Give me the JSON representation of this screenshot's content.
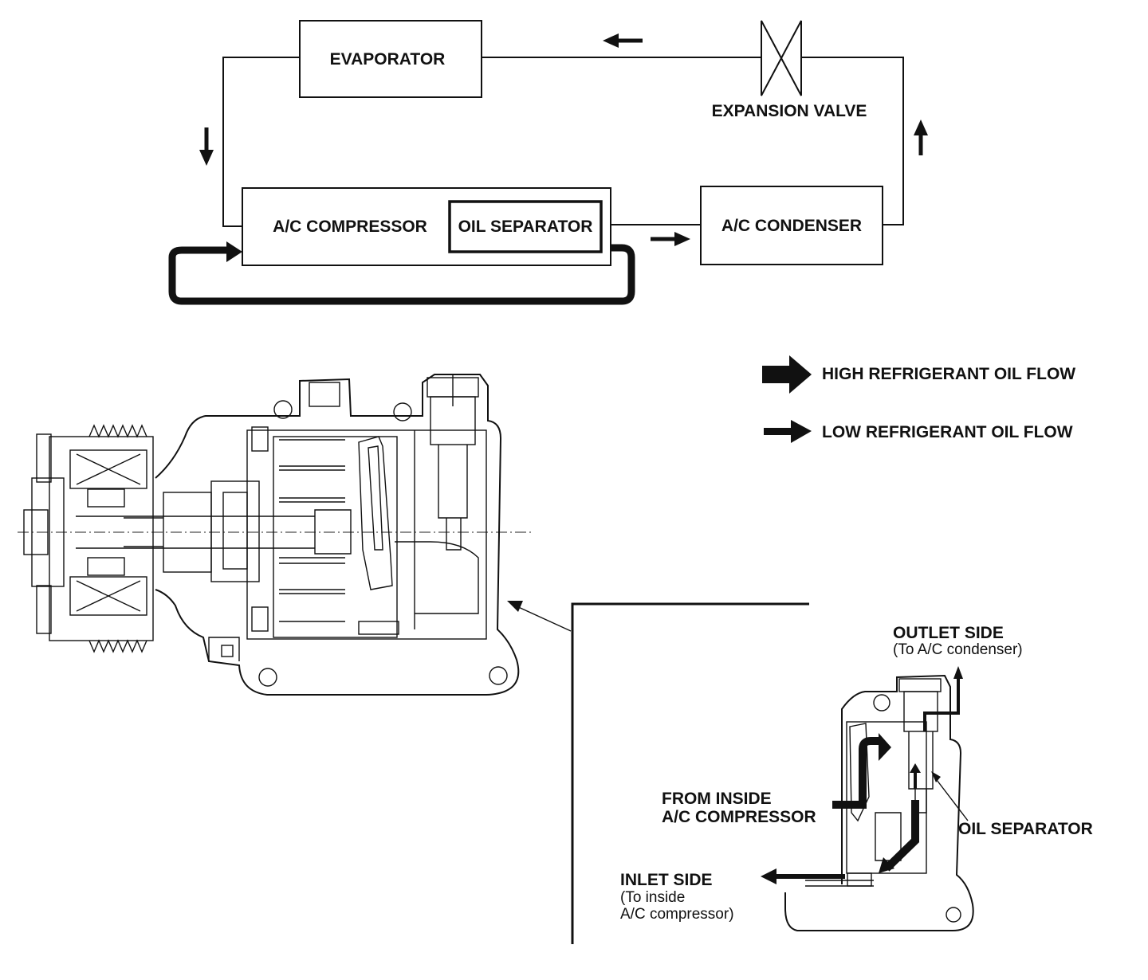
{
  "flow_diagram": {
    "evaporator": "EVAPORATOR",
    "expansion_valve": "EXPANSION VALVE",
    "compressor": "A/C COMPRESSOR",
    "oil_separator": "OIL SEPARATOR",
    "condenser": "A/C CONDENSER"
  },
  "legend": {
    "high_flow": "HIGH REFRIGERANT OIL FLOW",
    "low_flow": "LOW REFRIGERANT OIL FLOW"
  },
  "detail": {
    "outlet_side": "OUTLET SIDE",
    "outlet_sub": "(To A/C condenser)",
    "from_inside_1": "FROM INSIDE",
    "from_inside_2": "A/C COMPRESSOR",
    "oil_separator": "OIL SEPARATOR",
    "inlet_side": "INLET SIDE",
    "inlet_sub_1": "(To inside",
    "inlet_sub_2": "A/C compressor)"
  }
}
